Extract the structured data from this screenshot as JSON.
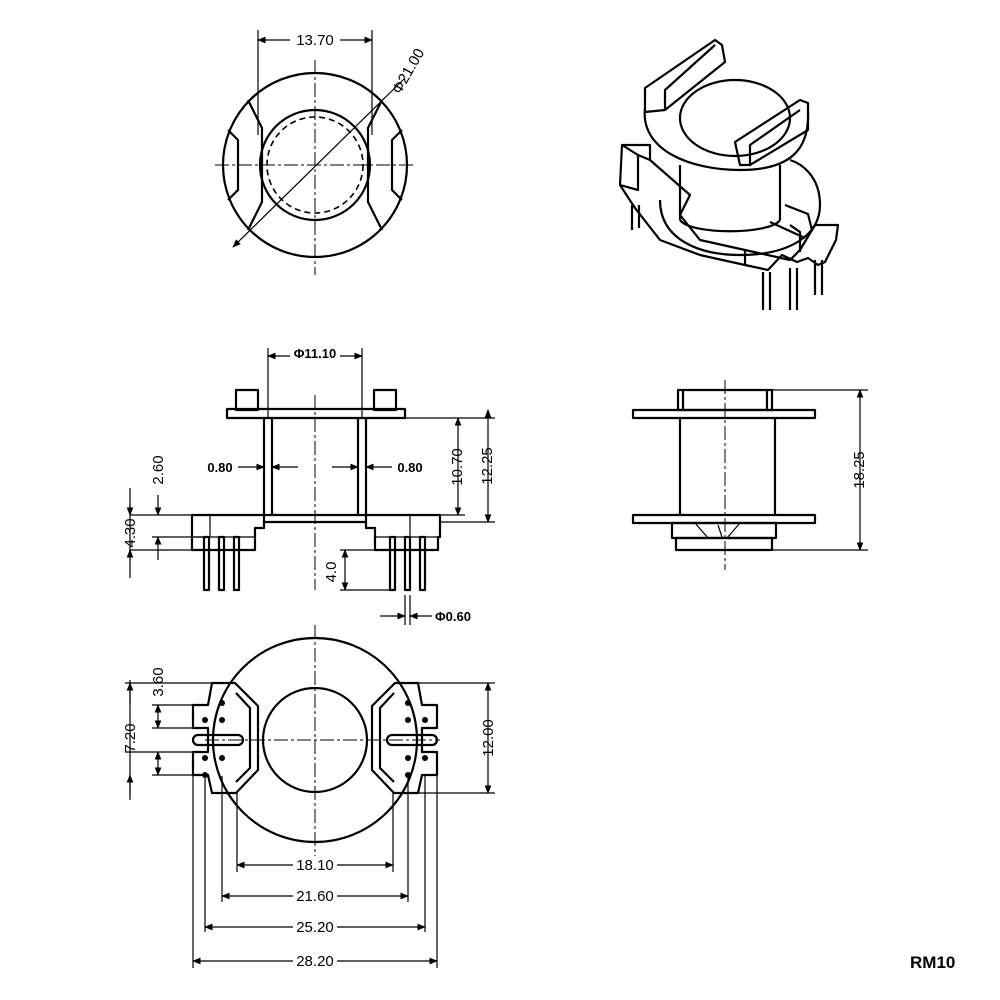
{
  "model": "RM10",
  "dimensions": {
    "top_width": "13.70",
    "top_diameter": "Φ21.00",
    "bore_diameter": "Φ11.10",
    "wall_left": "0.80",
    "wall_right": "0.80",
    "flange_offset": "2.60",
    "base_height": "4.30",
    "inner_height": "10.70",
    "body_height": "12.25",
    "pin_length": "4.0",
    "pin_diameter": "Φ0.60",
    "total_height": "18.25",
    "pin_top": "3.60",
    "pin_pitch_v": "7.20",
    "bottom_height": "12.00",
    "span_1": "18.10",
    "span_2": "21.60",
    "span_3": "25.20",
    "span_4": "28.20"
  }
}
